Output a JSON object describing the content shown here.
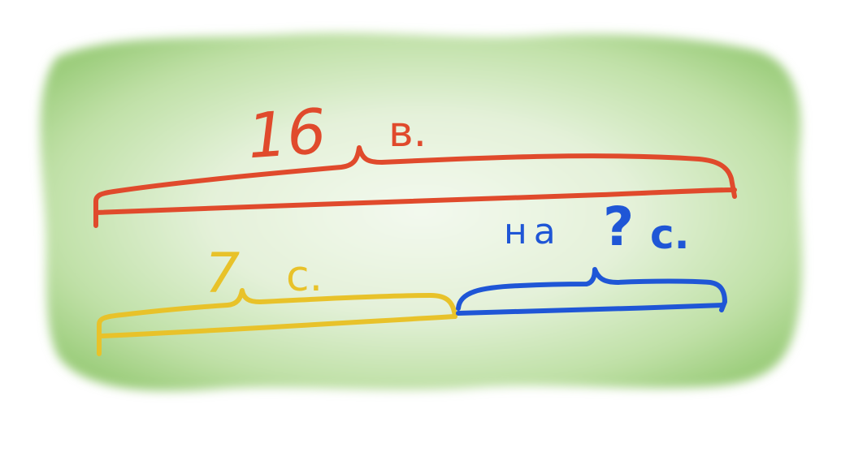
{
  "colors": {
    "background": "#ffffff",
    "wash": "#8fc46a",
    "total": "#e04a2c",
    "part_known": "#e8c22a",
    "part_unknown": "#1f56d6"
  },
  "labels": {
    "total_number": "16",
    "total_unit": "в.",
    "known_number": "7",
    "known_unit": "с.",
    "unknown_prefix": "на",
    "unknown_mark": "?",
    "unknown_unit": "с."
  }
}
